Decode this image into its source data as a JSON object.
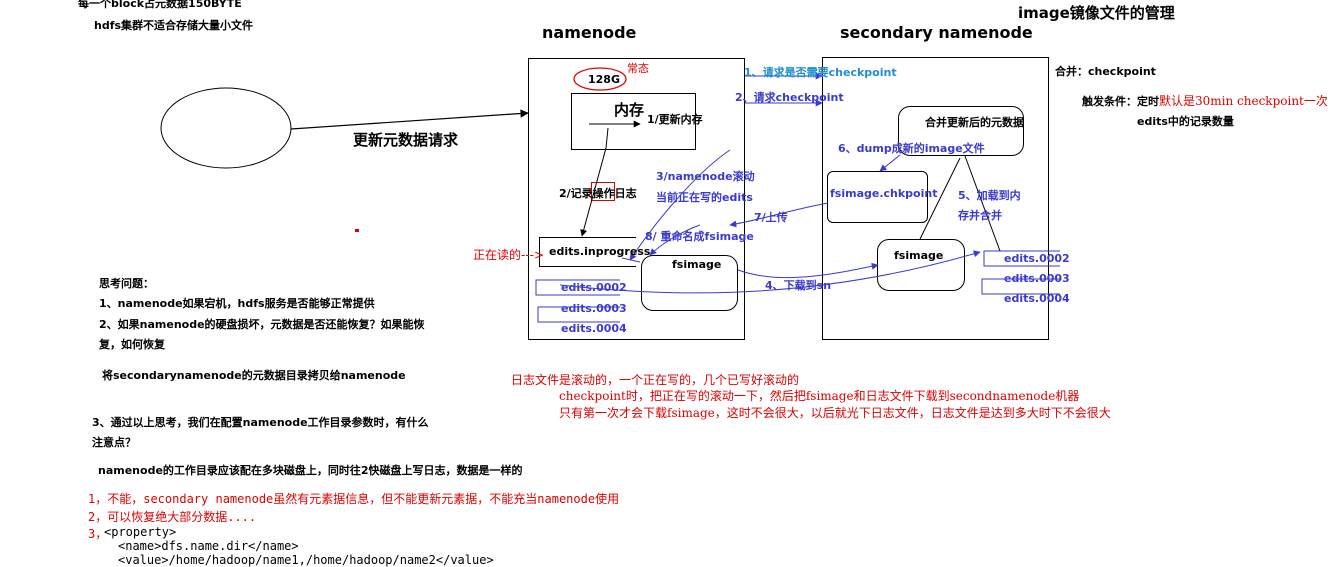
{
  "header": {
    "block_note": "每一个block占元数据150BYTE",
    "hdfs_note": "hdfs集群不适合存储大量小文件",
    "title": "image镜像文件的管理"
  },
  "namenode": {
    "title": "namenode",
    "mem_size": "128G",
    "resident": "常态",
    "memory_label": "内存",
    "update_mem": "1/更新内存",
    "record_log": "2/记录操作日志",
    "edits_inprogress": "edits.inprogress",
    "fsimage": "fsimage",
    "edits": [
      "edits.0002",
      "edits.0003",
      "edits.0004"
    ],
    "reading": "正在读的--->"
  },
  "update_request": "更新元数据请求",
  "secondary": {
    "title": "secondary namenode",
    "merged": "合并更新后的元数据",
    "fsimage_chkpoint": "fsimage.chkpoint",
    "fsimage": "fsimage",
    "edits": [
      "edits.0002",
      "edits.0003",
      "edits.0004"
    ]
  },
  "steps": {
    "s1": "1、请求是否需要checkpoint",
    "s2": "2、请求checkpoint",
    "s3a": "3/namenode滚动",
    "s3b": "当前正在写的edits",
    "s4": "4、下载到sn",
    "s5a": "5、加载到内",
    "s5b": "存并合并",
    "s6": "6、dump成新的image文件",
    "s7": "7/上传",
    "s8": "8/ 重命名成fsimage"
  },
  "right": {
    "merge": "合并：checkpoint",
    "trigger_label": "触发条件：定时",
    "trigger_default": "默认是30min  checkpoint一次",
    "trigger_edits": "edits中的记录数量"
  },
  "questions": {
    "title": "思考问题：",
    "q1": "1、namenode如果宕机，hdfs服务是否能够正常提供",
    "q2a": "2、如果namenode的硬盘损坏，元数据是否还能恢复？如果能恢",
    "q2b": "复，如何恢复",
    "a2": "将secondarynamenode的元数据目录拷贝给namenode",
    "q3a": "3、通过以上思考，我们在配置namenode工作目录参数时，有什么",
    "q3b": "注意点？",
    "a3": "namenode的工作目录应该配在多块磁盘上，同时往2快磁盘上写日志，数据是一样的"
  },
  "notes": {
    "n1": "日志文件是滚动的，一个正在写的，几个已写好滚动的",
    "n2": "checkpoint时，把正在写的滚动一下，然后把fsimage和日志文件下载到secondnamenode机器",
    "n3": "只有第一次才会下载fsimage，这时不会很大，以后就光下日志文件，日志文件是达到多大时下不会很大"
  },
  "answers": {
    "a1": "1，不能，secondary namenode虽然有元素据信息，但不能更新元素据，不能充当namenode使用",
    "a2": "2，可以恢复绝大部分数据....",
    "a3_prefix": "3，",
    "xml1": "<property>",
    "xml2": "<name>dfs.name.dir</name>",
    "xml3": "<value>/home/hadoop/name1,/home/hadoop/name2</value>"
  }
}
